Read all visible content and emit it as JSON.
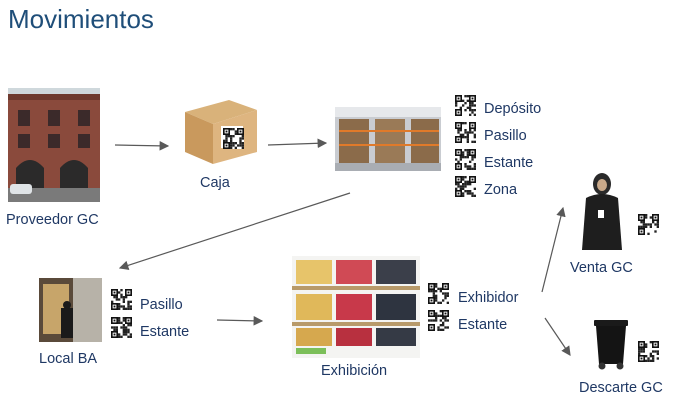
{
  "title": "Movimientos",
  "nodes": {
    "proveedor": {
      "label": "Proveedor GC"
    },
    "caja": {
      "label": "Caja"
    },
    "deposito": {
      "tags": [
        "Depósito",
        "Pasillo",
        "Estante",
        "Zona"
      ]
    },
    "local": {
      "label": "Local BA",
      "tags": [
        "Pasillo",
        "Estante"
      ]
    },
    "exhibicion": {
      "label": "Exhibición",
      "tags": [
        "Exhibidor",
        "Estante"
      ]
    },
    "venta": {
      "label": "Venta GC"
    },
    "descarte": {
      "label": "Descarte GC"
    }
  },
  "colors": {
    "text": "#1f3864",
    "title": "#1f4e79",
    "arrow": "#595959"
  }
}
